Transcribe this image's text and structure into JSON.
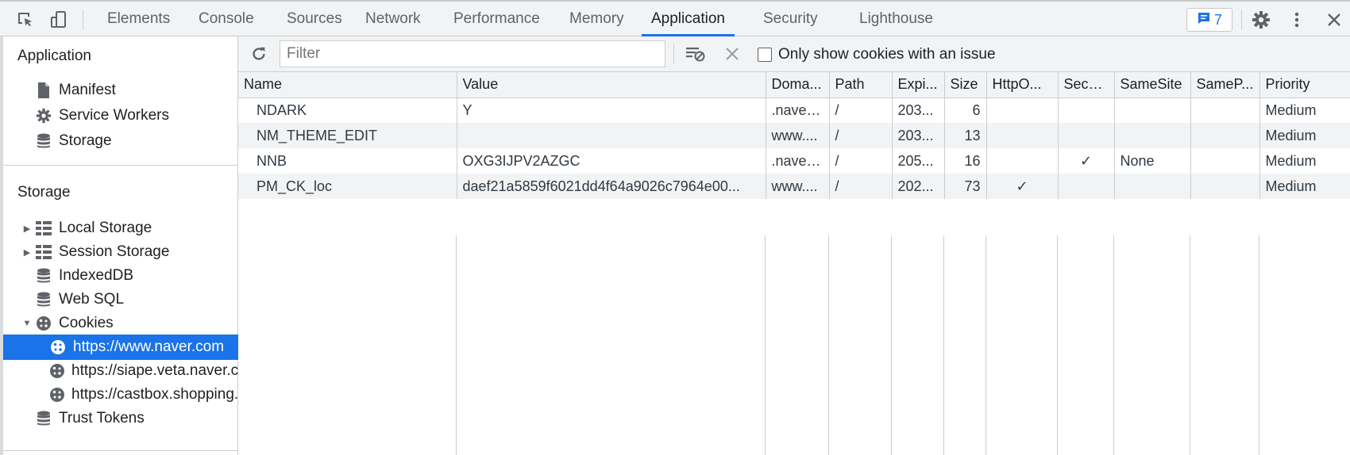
{
  "toolbar": {
    "tabs": [
      "Elements",
      "Console",
      "Sources",
      "Network",
      "Performance",
      "Memory",
      "Application",
      "Security",
      "Lighthouse"
    ],
    "active_tab": "Application",
    "issues_count": "7"
  },
  "sidebar": {
    "application_title": "Application",
    "application_items": [
      "Manifest",
      "Service Workers",
      "Storage"
    ],
    "storage_title": "Storage",
    "storage_items": [
      "Local Storage",
      "Session Storage",
      "IndexedDB",
      "Web SQL",
      "Cookies"
    ],
    "cookie_origins": [
      "https://www.naver.com",
      "https://siape.veta.naver.com",
      "https://castbox.shopping.naver.com"
    ],
    "trust_tokens": "Trust Tokens",
    "selected_origin": "https://www.naver.com"
  },
  "filterbar": {
    "filter_placeholder": "Filter",
    "only_issue_label": "Only show cookies with an issue"
  },
  "table": {
    "columns": [
      "Name",
      "Value",
      "Doma...",
      "Path",
      "Expi...",
      "Size",
      "HttpO...",
      "Secu...",
      "SameSite",
      "SameP...",
      "Priority"
    ],
    "rows": [
      [
        "NDARK",
        "Y",
        ".naver....",
        "/",
        "203...",
        "6",
        "",
        "",
        "",
        "",
        "Medium"
      ],
      [
        "NM_THEME_EDIT",
        "",
        "www....",
        "/",
        "203...",
        "13",
        "",
        "",
        "",
        "",
        "Medium"
      ],
      [
        "NNB",
        "OXG3IJPV2AZGC",
        ".naver....",
        "/",
        "205...",
        "16",
        "",
        "✓",
        "None",
        "",
        "Medium"
      ],
      [
        "PM_CK_loc",
        "daef21a5859f6021dd4f64a9026c7964e00...",
        "www....",
        "/",
        "202...",
        "73",
        "✓",
        "",
        "",
        "",
        "Medium"
      ]
    ]
  },
  "colors": {
    "accent": "#1a73e8",
    "toolbar_bg": "#f1f3f4",
    "border": "#cbcdd1"
  }
}
